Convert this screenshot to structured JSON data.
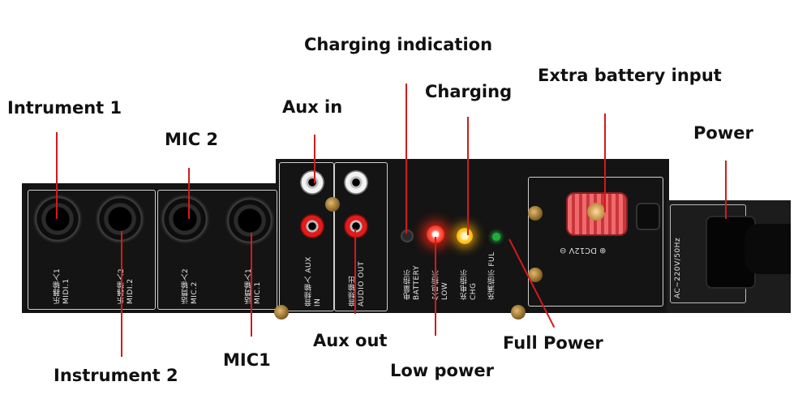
{
  "callouts": {
    "charging_indication": "Charging indication",
    "charging": "Charging",
    "extra_battery_input": "Extra battery input",
    "power": "Power",
    "intrument_1": "Intrument 1",
    "mic_2": "MIC 2",
    "aux_in": "Aux in",
    "instrument_2": "Instrument 2",
    "mic1": "MIC1",
    "aux_out": "Aux out",
    "low_power": "Low power",
    "full_power": "Full Power"
  },
  "panel_print": {
    "midi1": "乐器输入1 MIDI.1",
    "midi2": "乐器输入2 MIDI.2",
    "mic2": "话筒输入2 MIC.2",
    "mic1": "话筒输入1 MIC.1",
    "aux_in": "音频输入 AUX IN",
    "audio_out": "音频输出 AUDIO OUT",
    "battery": "电量指示 BATTERY",
    "low": "欠电指示 LOW",
    "chg": "充电指示 CHG",
    "ful": "充满指示 FUL",
    "dc": "⊕ DC12V ⊖",
    "ac": "AC~220V/50Hz"
  },
  "colors": {
    "leader": "#d21a1a",
    "led_low": "#ff2a1a",
    "led_charging": "#ffb400",
    "led_full": "#1fae3a",
    "battery_post": "#e4484b"
  }
}
